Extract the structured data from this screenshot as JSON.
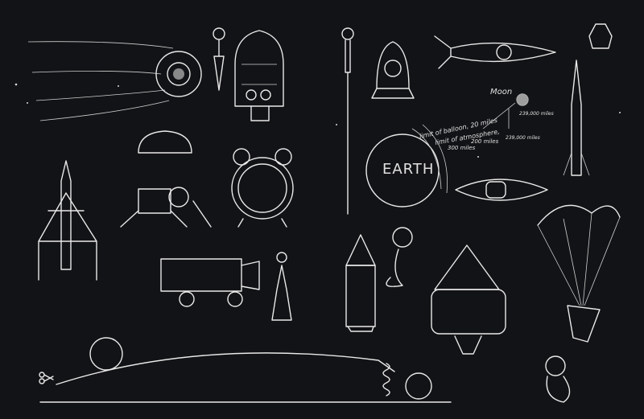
{
  "illustration": {
    "earth_label": "EARTH",
    "moon_label": "Moon",
    "annotations": {
      "balloon_limit": "limit of balloon, 20 miles",
      "atmosphere_limit": "limit of atmosphere,",
      "atmosphere_miles": "200 miles",
      "miles_300": "300 miles",
      "moon_distance": "239,000 miles",
      "moon_distance_2": "239,000 miles"
    }
  }
}
